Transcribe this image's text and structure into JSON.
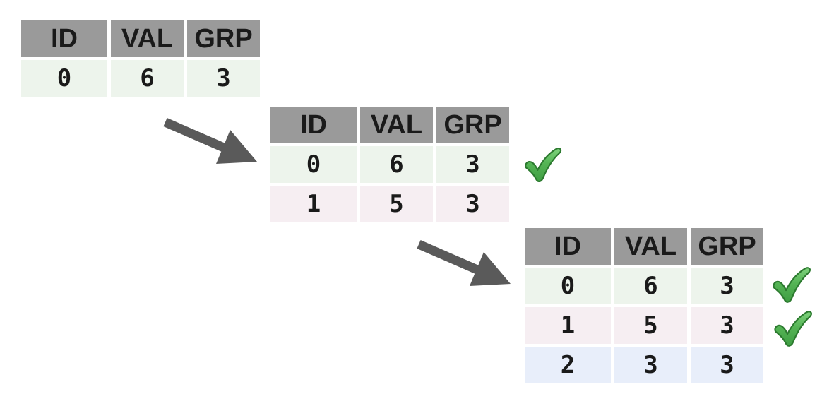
{
  "background": "#ffffff",
  "colors": {
    "header_bg": "#9a9a9a",
    "row_green": "#edf4ec",
    "row_pink": "#f6eef2",
    "row_blue": "#e8eefa",
    "arrow_gray": "#5a5a5a",
    "check_fill": "#4caf50",
    "check_outline": "#2c7a2f",
    "text": "#1a1a1a"
  },
  "tables": [
    {
      "step": 1,
      "headers": [
        "ID",
        "VAL",
        "GRP"
      ],
      "rows": [
        {
          "cells": [
            "0",
            "6",
            "3"
          ],
          "tone": "green",
          "checked": false
        }
      ]
    },
    {
      "step": 2,
      "headers": [
        "ID",
        "VAL",
        "GRP"
      ],
      "rows": [
        {
          "cells": [
            "0",
            "6",
            "3"
          ],
          "tone": "green",
          "checked": true
        },
        {
          "cells": [
            "1",
            "5",
            "3"
          ],
          "tone": "pink",
          "checked": false
        }
      ]
    },
    {
      "step": 3,
      "headers": [
        "ID",
        "VAL",
        "GRP"
      ],
      "rows": [
        {
          "cells": [
            "0",
            "6",
            "3"
          ],
          "tone": "green",
          "checked": true
        },
        {
          "cells": [
            "1",
            "5",
            "3"
          ],
          "tone": "pink",
          "checked": true
        },
        {
          "cells": [
            "2",
            "3",
            "3"
          ],
          "tone": "blue",
          "checked": false
        }
      ]
    }
  ],
  "icons": {
    "arrow": "arrow-down-right-icon",
    "check": "check-icon"
  }
}
